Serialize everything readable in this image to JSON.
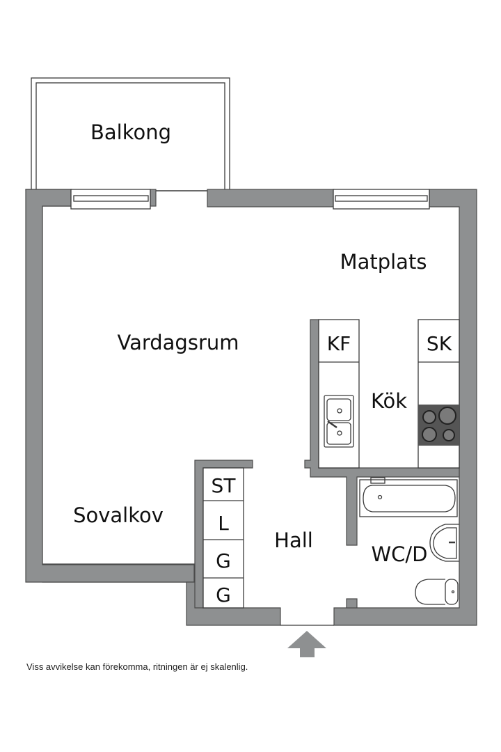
{
  "rooms": {
    "balkong": "Balkong",
    "matplats": "Matplats",
    "vardagsrum": "Vardagsrum",
    "kok": "Kök",
    "sovalkov": "Sovalkov",
    "hall": "Hall",
    "wc": "WC/D"
  },
  "cabinets": {
    "kf": "KF",
    "sk": "SK",
    "st": "ST",
    "l": "L",
    "g1": "G",
    "g2": "G"
  },
  "fixtures": [
    "sink-icon",
    "stove-icon",
    "bathtub-icon",
    "washbasin-icon",
    "toilet-icon",
    "entrance-arrow-icon"
  ],
  "colors": {
    "wall": "#8e9091",
    "background": "#ffffff",
    "stove": "#555555"
  },
  "footer": {
    "disclaimer": "Viss avvikelse kan förekomma, ritningen är ej skalenlig."
  }
}
